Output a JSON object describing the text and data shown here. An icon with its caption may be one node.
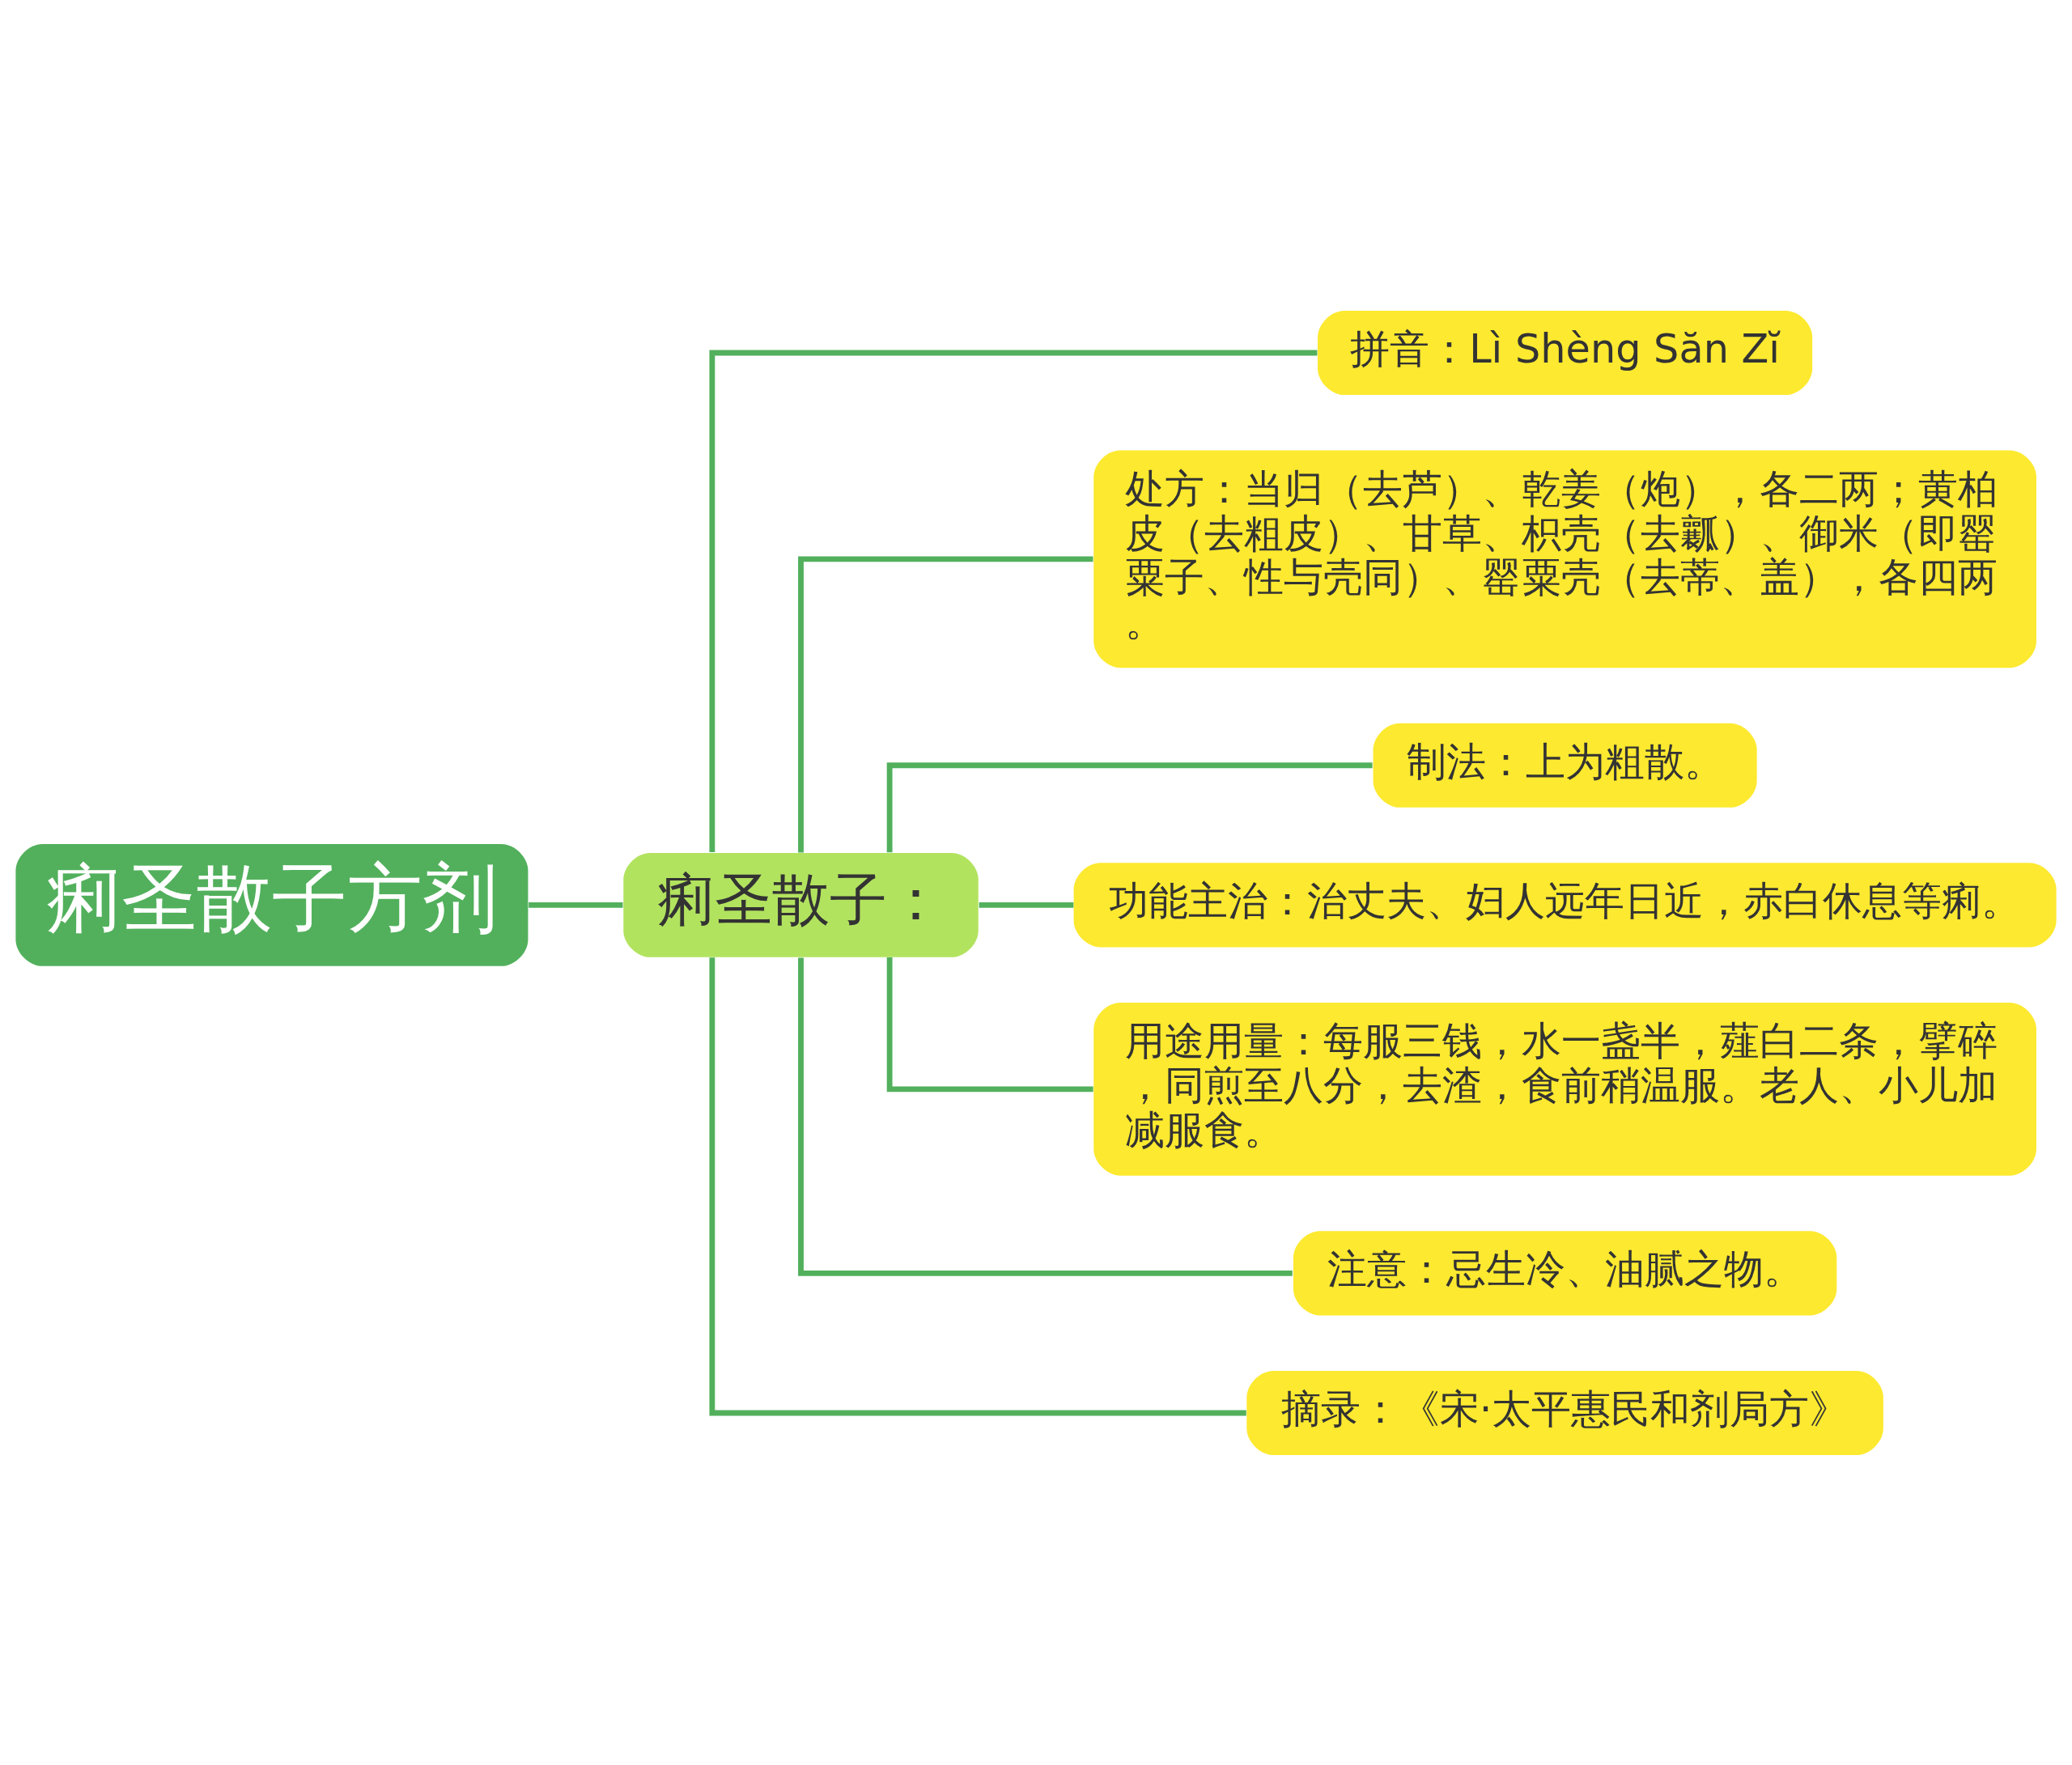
{
  "diagram": {
    "nodes": [
      {
        "text": [
          "痢圣散子方剂"
        ]
      },
      {
        "text": [
          "痢圣散子："
        ]
      },
      {
        "text": [
          "拼音：Lì Shèng Săn Zĭ"
        ]
      },
      {
        "text": [
          "处方：当归（去芦）、乾姜（炮），各二两；黄柏皮（去粗皮）、甘草、枳壳（去瓤）、御米（即罂粟子、性与壳同）、罂粟壳（去蒂、盖），各四两。"
        ]
      },
      {
        "text": [
          "制法：上为粗散。"
        ]
      },
      {
        "text": [
          "功能主治：治丈夫、妇人远年日近，赤白休息等痢。"
        ]
      },
      {
        "text": [
          "用途用量：每服三钱，水一盏半，薤白二条，擘碎，同煎至八分，去渣，食前稍温服。老人、小儿加减服食。"
        ]
      },
      {
        "text": [
          "注意：忌生冷、油腻之物。"
        ]
      },
      {
        "text": [
          "摘录：《宋·太平惠民和剂局方》"
        ]
      }
    ],
    "edges": [
      {
        "from": 0,
        "to": 1,
        "arrow": "none"
      },
      {
        "from": 1,
        "to": 2,
        "arrow": "none"
      },
      {
        "from": 1,
        "to": 3,
        "arrow": "none"
      },
      {
        "from": 1,
        "to": 4,
        "arrow": "none"
      },
      {
        "from": 1,
        "to": 5,
        "arrow": "none"
      },
      {
        "from": 1,
        "to": 6,
        "arrow": "none"
      },
      {
        "from": 1,
        "to": 7,
        "arrow": "none"
      },
      {
        "from": 1,
        "to": 8,
        "arrow": "none"
      }
    ]
  }
}
